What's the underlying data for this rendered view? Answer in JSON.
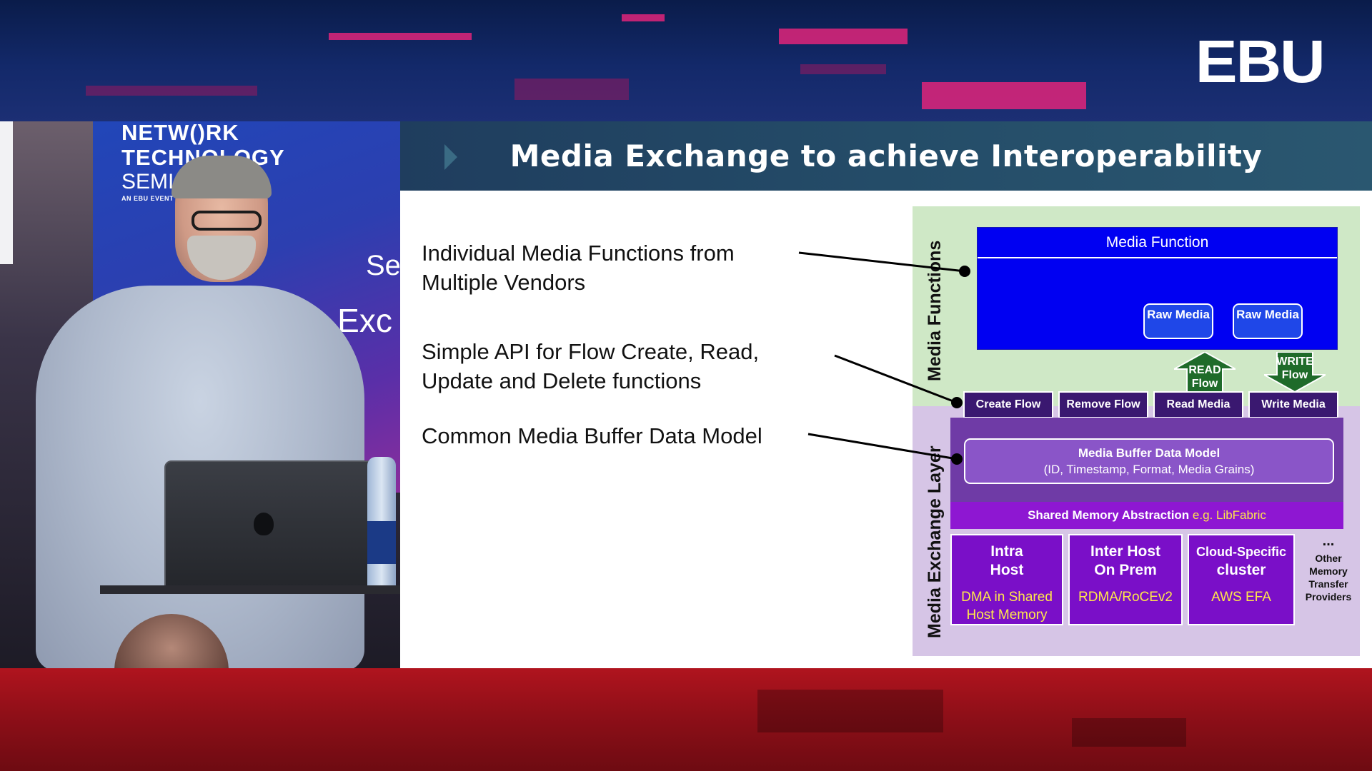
{
  "broadcast": {
    "logo_text": "EBU"
  },
  "venue_backdrop": {
    "line1": "NETW()RK",
    "line2": "TECHNOLOGY",
    "line3": "SEMI",
    "line4": "AN EBU EVENT",
    "echo_a": "Se",
    "echo_b": "dia Exc"
  },
  "slide": {
    "title": "Media Exchange to achieve Interoperability",
    "bullets": [
      {
        "line1": "Individual Media Functions from",
        "line2": "Multiple Vendors"
      },
      {
        "line1": "Simple API for Flow Create, Read,",
        "line2": "Update and Delete functions"
      },
      {
        "line1": "Common Media Buffer Data Model",
        "line2": ""
      }
    ]
  },
  "diagram": {
    "media_functions_label": "Media Functions",
    "media_exchange_layer_label": "Media Exchange Layer",
    "media_function_title": "Media Function",
    "raw_media": [
      "Raw Media",
      "Raw Media"
    ],
    "read_flow": {
      "l1": "READ",
      "l2": "Flow"
    },
    "write_flow": {
      "l1": "WRITE",
      "l2": "Flow"
    },
    "api_buttons": [
      "Create Flow",
      "Remove Flow",
      "Read Media",
      "Write Media"
    ],
    "buffer_model": {
      "title": "Media Buffer Data Model",
      "subtitle": "(ID, Timestamp, Format, Media Grains)"
    },
    "shared_memory": {
      "text": "Shared Memory Abstraction ",
      "example": "e.g. LibFabric"
    },
    "providers": [
      {
        "t1": "Intra",
        "t2": "Host",
        "s1": "DMA in Shared",
        "s2": "Host Memory"
      },
      {
        "t1": "Inter Host",
        "t2": "On Prem",
        "s1": "RDMA/RoCEv2",
        "s2": ""
      },
      {
        "t1": "Cloud-Specific",
        "t2": "cluster",
        "s1": "AWS EFA",
        "s2": ""
      }
    ],
    "other": {
      "dots": "...",
      "l1": "Other",
      "l2": "Memory",
      "l3": "Transfer",
      "l4": "Providers"
    }
  },
  "colors": {
    "slide_header": "#244c68",
    "media_function_blue": "#0000f2",
    "functions_green": "#cfe8c6",
    "exchange_lavender": "#d6c5e6",
    "api_button": "#3a1870",
    "shared_memory_purple": "#8e17d2",
    "provider_purple": "#7a0fc8",
    "highlight_yellow": "#ffe84a",
    "arrow_green": "#1f6b2a"
  }
}
